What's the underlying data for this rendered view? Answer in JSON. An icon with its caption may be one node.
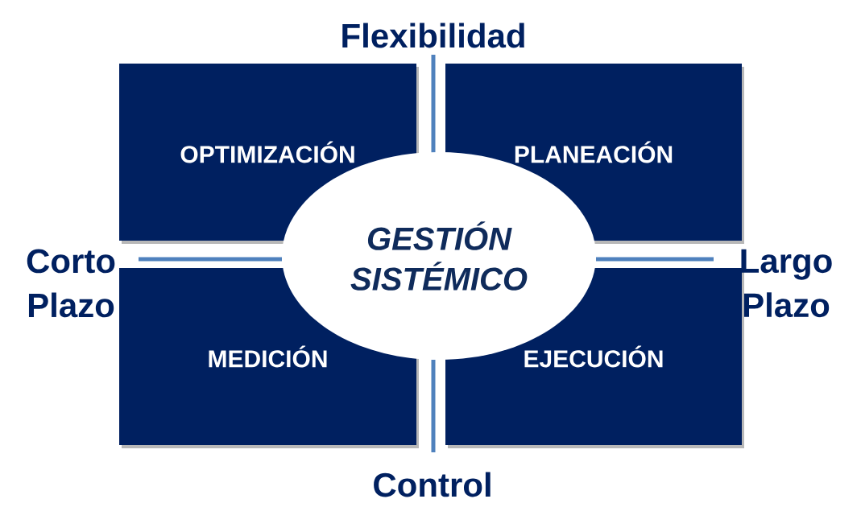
{
  "diagram": {
    "nodes": [
      {
        "text": [
          "OPTIMIZACIÓN"
        ]
      },
      {
        "text": [
          "PLANEACIÓN"
        ]
      },
      {
        "text": [
          "GESTIÓN SISTÉMICO"
        ]
      },
      {
        "text": [
          "MEDICIÓN"
        ]
      },
      {
        "text": [
          "EJECUCIÓN"
        ]
      }
    ],
    "labels": [
      "Flexibilidad",
      "Corto Plazo",
      "Largo Plazo",
      "Control"
    ]
  }
}
